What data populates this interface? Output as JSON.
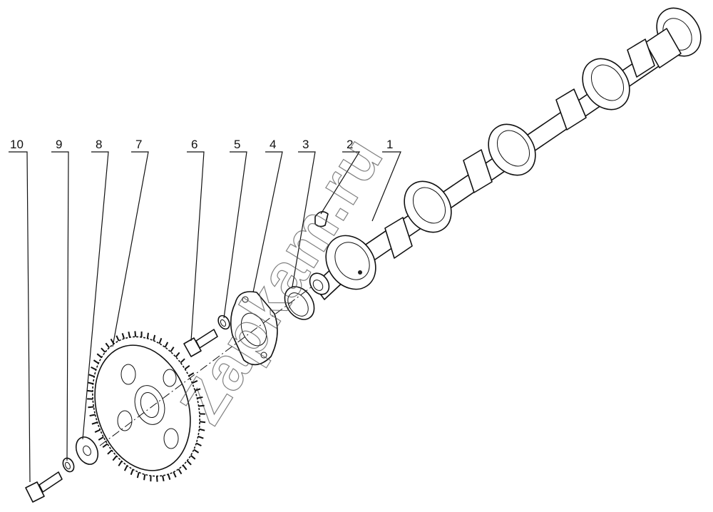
{
  "diagram": {
    "watermark": "Zapkam.ru",
    "callouts": [
      {
        "id": "1",
        "label": "1"
      },
      {
        "id": "2",
        "label": "2"
      },
      {
        "id": "3",
        "label": "3"
      },
      {
        "id": "4",
        "label": "4"
      },
      {
        "id": "5",
        "label": "5"
      },
      {
        "id": "6",
        "label": "6"
      },
      {
        "id": "7",
        "label": "7"
      },
      {
        "id": "8",
        "label": "8"
      },
      {
        "id": "9",
        "label": "9"
      },
      {
        "id": "10",
        "label": "10"
      }
    ]
  }
}
